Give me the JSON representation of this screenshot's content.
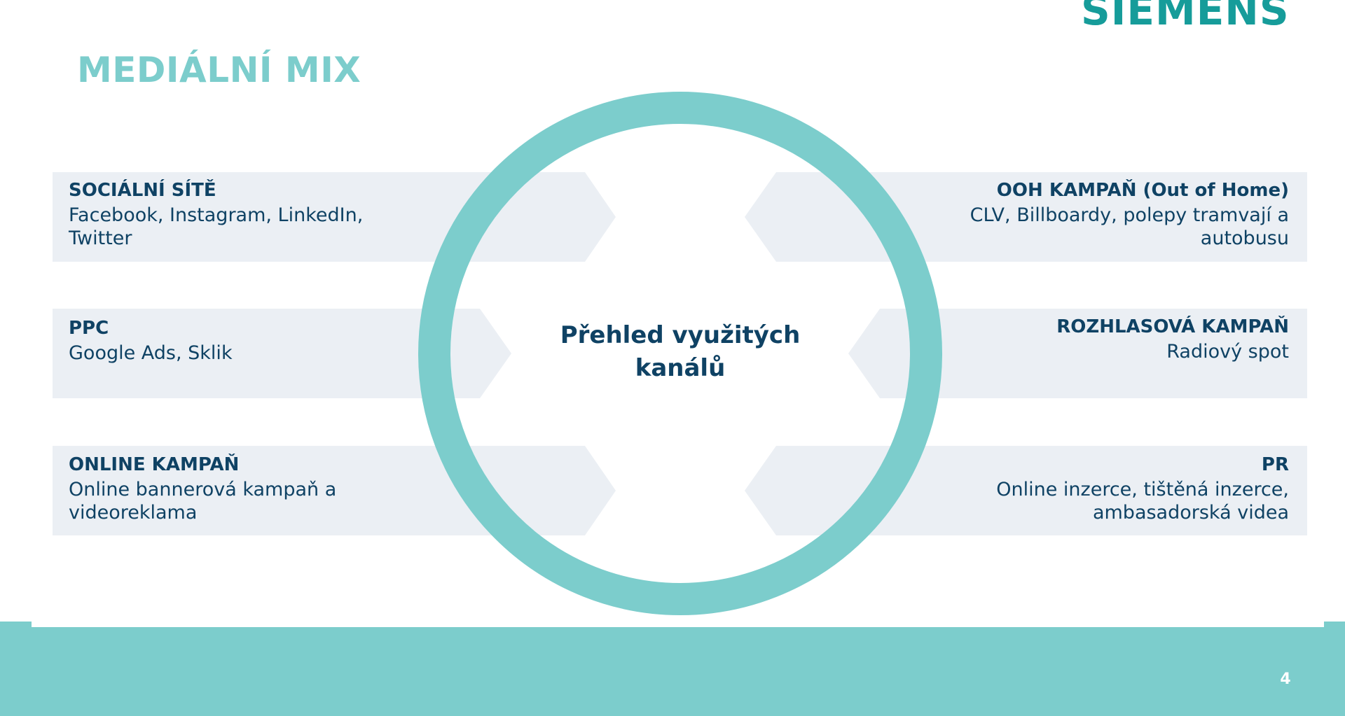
{
  "slide": {
    "logo": "SIEMENS",
    "title": "MEDIÁLNÍ MIX",
    "center_label": "Přehled využitých kanálů",
    "page_number": "4",
    "colors": {
      "accent": "#7ccdcc",
      "brand": "#169c9a",
      "text": "#0f4264",
      "card": "#ebeff4"
    }
  },
  "left_cards": [
    {
      "heading": "SOCIÁLNÍ SÍTĚ",
      "body": "Facebook, Instagram, LinkedIn, Twitter"
    },
    {
      "heading": "PPC",
      "body": "Google Ads, Sklik"
    },
    {
      "heading": "ONLINE KAMPAŇ",
      "body": "Online bannerová kampaň a videoreklama"
    }
  ],
  "right_cards": [
    {
      "heading": "OOH KAMPAŇ (Out of Home)",
      "body": "CLV, Billboardy, polepy tramvají a autobusu"
    },
    {
      "heading": "ROZHLASOVÁ KAMPAŇ",
      "body": "Radiový spot"
    },
    {
      "heading": "PR",
      "body": "Online inzerce, tištěná inzerce, ambasadorská videa"
    }
  ]
}
